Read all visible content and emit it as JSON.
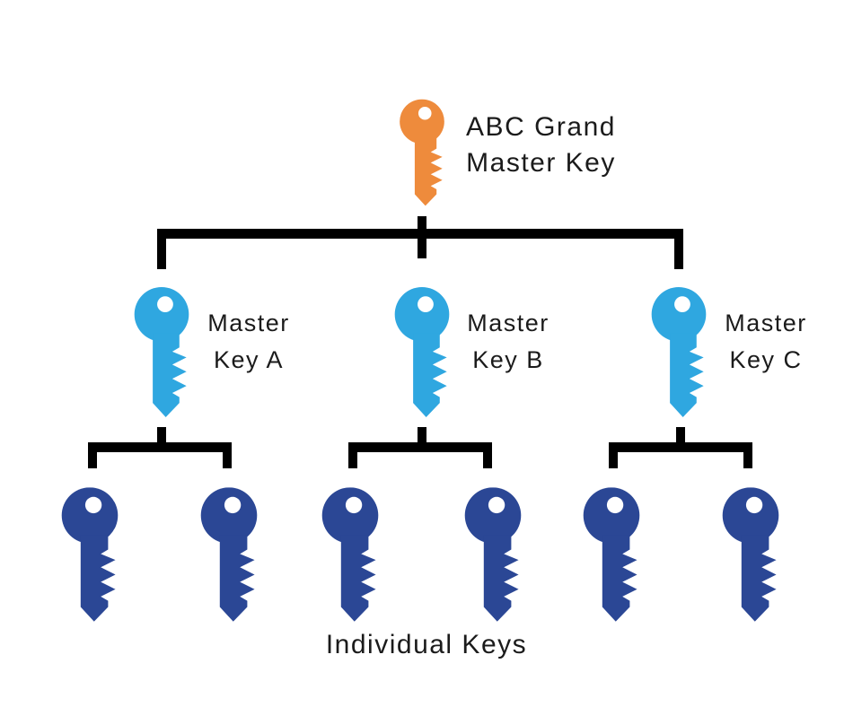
{
  "colors": {
    "grand_key": "#EE8B3C",
    "master_key": "#2FA7E0",
    "individual_key": "#2B4795",
    "connector": "#000000",
    "label_text": "#1B1B1B",
    "key_hole": "#FFFFFF"
  },
  "diagram": {
    "grand": {
      "label_line1": "ABC Grand",
      "label_line2": "Master Key"
    },
    "masters": [
      {
        "label_line1": "Master",
        "label_line2": "Key A"
      },
      {
        "label_line1": "Master",
        "label_line2": "Key B"
      },
      {
        "label_line1": "Master",
        "label_line2": "Key C"
      }
    ],
    "individual": {
      "count": 6,
      "label": "Individual Keys"
    }
  }
}
